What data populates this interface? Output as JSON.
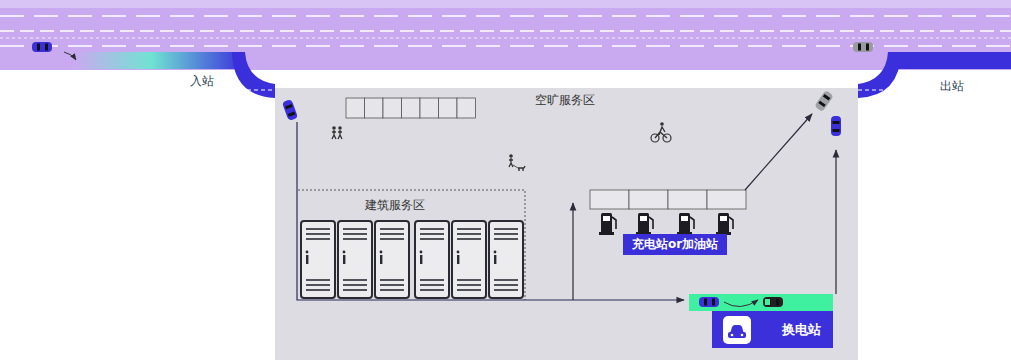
{
  "diagram": {
    "nodes": [
      {
        "text": [
          "空旷服务区"
        ]
      },
      {
        "text": [
          "建筑服务区"
        ],
        "in": 0
      },
      {
        "text": [
          "充电站or加油站"
        ],
        "in": 0
      },
      {
        "text": [
          "换电站"
        ],
        "in": 0
      }
    ],
    "labels": [
      "入站",
      "出站"
    ]
  }
}
